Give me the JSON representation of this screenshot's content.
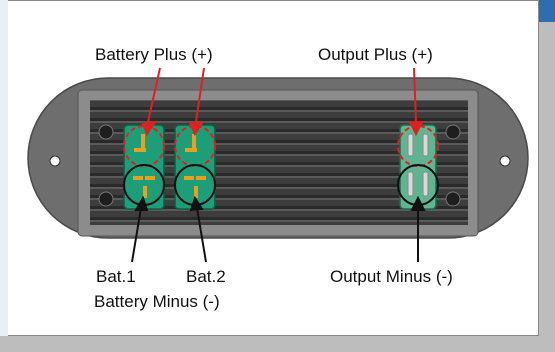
{
  "labels": {
    "battery_plus": "Battery Plus (+)",
    "output_plus": "Output Plus (+)",
    "bat1": "Bat.1",
    "bat2": "Bat.2",
    "battery_minus": "Battery Minus (-)",
    "output_minus": "Output Minus (-)"
  },
  "colors": {
    "plus_marker": "#e02020",
    "minus_marker": "#111111",
    "connector": "#1aa37a",
    "pin": "#e8a020",
    "housing": "#6f6f6f",
    "heatsink": "#3a3a3a"
  }
}
